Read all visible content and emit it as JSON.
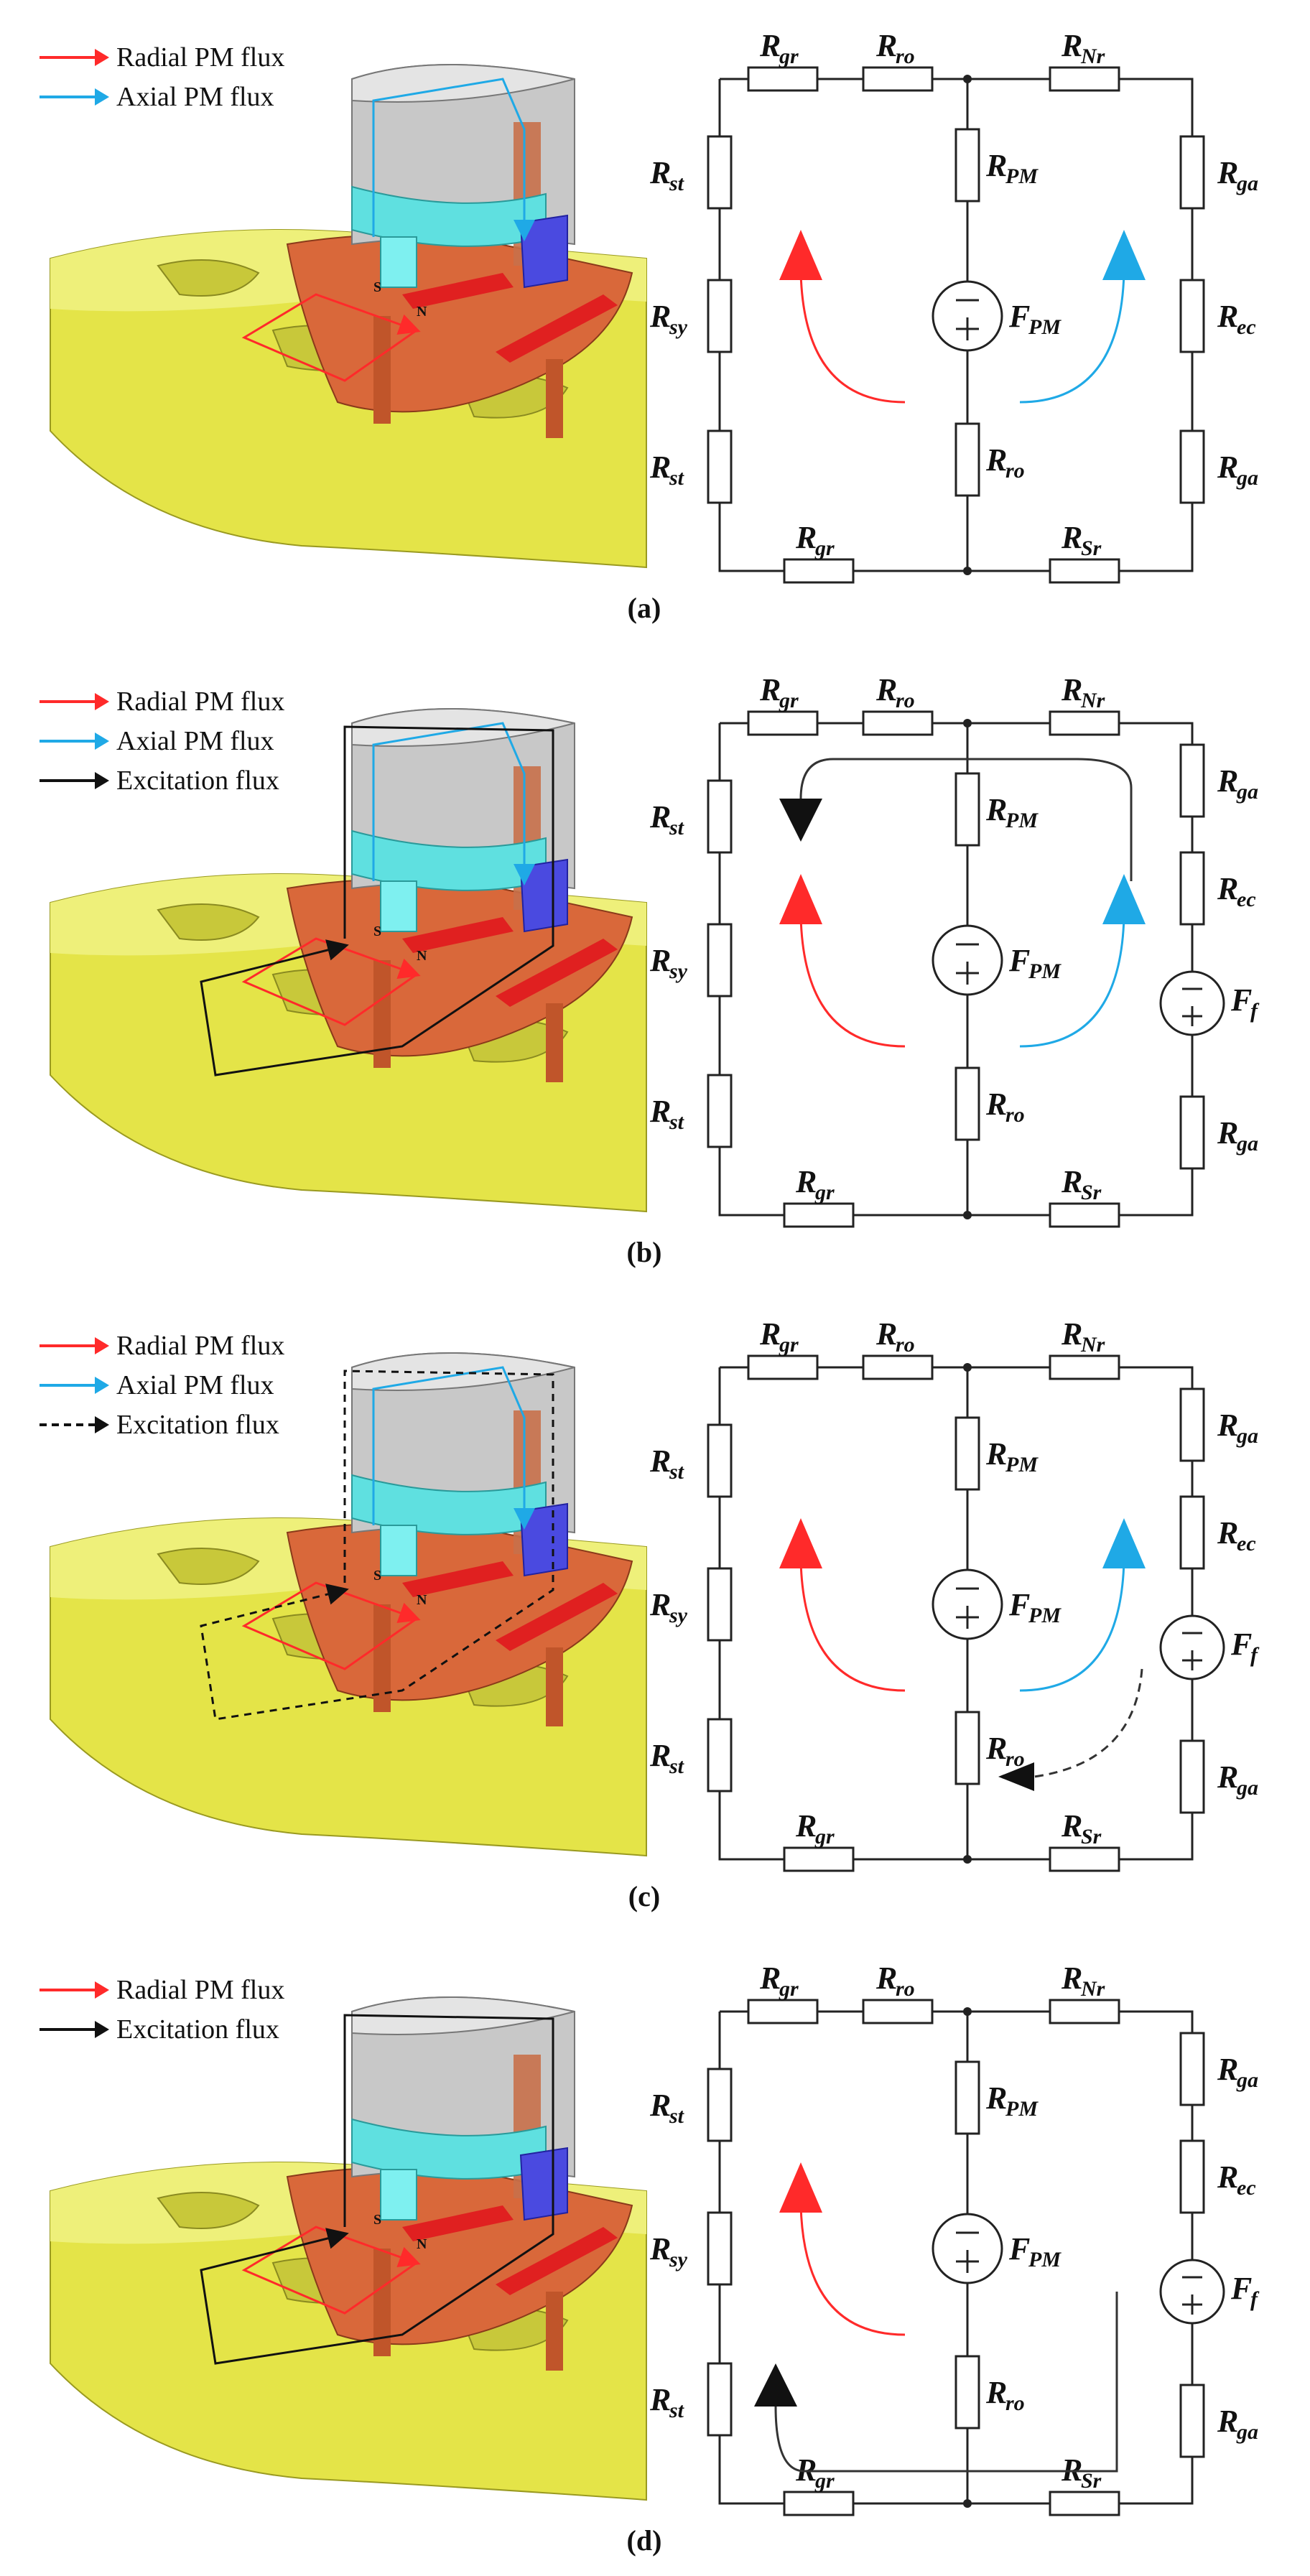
{
  "colors": {
    "radial_flux": "#ff2a2a",
    "axial_flux": "#1fa9e6",
    "excitation_flux": "#111111",
    "core_yellow": "#d9d93a",
    "rotor_orange": "#d9683a",
    "pm_red": "#e02020",
    "stator_grey": "#c8c8c8",
    "cyan_part": "#5fe0e0",
    "blue_pm": "#4a4ae0"
  },
  "panels": [
    {
      "caption": "(a)",
      "legend": [
        {
          "label": "Radial PM flux",
          "color": "#ff2a2a",
          "style": "solid"
        },
        {
          "label": "Axial PM flux",
          "color": "#1fa9e6",
          "style": "solid"
        }
      ],
      "model_labels": {
        "s": "S",
        "n": "N"
      },
      "circuit": {
        "top": [
          {
            "main": "R",
            "sub": "gr"
          },
          {
            "main": "R",
            "sub": "ro"
          },
          {
            "main": "R",
            "sub": "Nr"
          }
        ],
        "bottom": [
          {
            "main": "R",
            "sub": "gr"
          },
          {
            "main": "R",
            "sub": "Sr"
          }
        ],
        "left": [
          {
            "main": "R",
            "sub": "st"
          },
          {
            "main": "R",
            "sub": "sy"
          },
          {
            "main": "R",
            "sub": "st"
          }
        ],
        "middle_resistors": [
          {
            "main": "R",
            "sub": "PM"
          },
          {
            "main": "R",
            "sub": "ro"
          }
        ],
        "middle_source": {
          "main": "F",
          "sub": "PM"
        },
        "right": [
          {
            "main": "R",
            "sub": "ga"
          },
          {
            "main": "R",
            "sub": "ec"
          },
          {
            "main": "R",
            "sub": "ga"
          }
        ]
      }
    },
    {
      "caption": "(b)",
      "legend": [
        {
          "label": "Radial PM flux",
          "color": "#ff2a2a",
          "style": "solid"
        },
        {
          "label": "Axial PM flux",
          "color": "#1fa9e6",
          "style": "solid"
        },
        {
          "label": "Excitation flux",
          "color": "#111111",
          "style": "solid"
        }
      ],
      "model_labels": {
        "s": "S",
        "n": "N"
      },
      "circuit": {
        "top": [
          {
            "main": "R",
            "sub": "gr"
          },
          {
            "main": "R",
            "sub": "ro"
          },
          {
            "main": "R",
            "sub": "Nr"
          }
        ],
        "bottom": [
          {
            "main": "R",
            "sub": "gr"
          },
          {
            "main": "R",
            "sub": "Sr"
          }
        ],
        "left": [
          {
            "main": "R",
            "sub": "st"
          },
          {
            "main": "R",
            "sub": "sy"
          },
          {
            "main": "R",
            "sub": "st"
          }
        ],
        "middle_resistors": [
          {
            "main": "R",
            "sub": "PM"
          },
          {
            "main": "R",
            "sub": "ro"
          }
        ],
        "middle_source": {
          "main": "F",
          "sub": "PM"
        },
        "right": [
          {
            "main": "R",
            "sub": "ga"
          },
          {
            "main": "R",
            "sub": "ec"
          },
          {
            "main": "R",
            "sub": "ga"
          }
        ],
        "right_source": {
          "main": "F",
          "sub": "f"
        }
      }
    },
    {
      "caption": "(c)",
      "legend": [
        {
          "label": "Radial PM flux",
          "color": "#ff2a2a",
          "style": "solid"
        },
        {
          "label": "Axial PM flux",
          "color": "#1fa9e6",
          "style": "solid"
        },
        {
          "label": "Excitation flux",
          "color": "#111111",
          "style": "dashed"
        }
      ],
      "model_labels": {
        "s": "S",
        "n": "N"
      },
      "circuit": {
        "top": [
          {
            "main": "R",
            "sub": "gr"
          },
          {
            "main": "R",
            "sub": "ro"
          },
          {
            "main": "R",
            "sub": "Nr"
          }
        ],
        "bottom": [
          {
            "main": "R",
            "sub": "gr"
          },
          {
            "main": "R",
            "sub": "Sr"
          }
        ],
        "left": [
          {
            "main": "R",
            "sub": "st"
          },
          {
            "main": "R",
            "sub": "sy"
          },
          {
            "main": "R",
            "sub": "st"
          }
        ],
        "middle_resistors": [
          {
            "main": "R",
            "sub": "PM"
          },
          {
            "main": "R",
            "sub": "ro"
          }
        ],
        "middle_source": {
          "main": "F",
          "sub": "PM"
        },
        "right": [
          {
            "main": "R",
            "sub": "ga"
          },
          {
            "main": "R",
            "sub": "ec"
          },
          {
            "main": "R",
            "sub": "ga"
          }
        ],
        "right_source": {
          "main": "F",
          "sub": "f"
        }
      }
    },
    {
      "caption": "(d)",
      "legend": [
        {
          "label": "Radial PM flux",
          "color": "#ff2a2a",
          "style": "solid"
        },
        {
          "label": "Excitation flux",
          "color": "#111111",
          "style": "solid"
        }
      ],
      "model_labels": {
        "s": "S",
        "n": "N"
      },
      "circuit": {
        "top": [
          {
            "main": "R",
            "sub": "gr"
          },
          {
            "main": "R",
            "sub": "ro"
          },
          {
            "main": "R",
            "sub": "Nr"
          }
        ],
        "bottom": [
          {
            "main": "R",
            "sub": "gr"
          },
          {
            "main": "R",
            "sub": "Sr"
          }
        ],
        "left": [
          {
            "main": "R",
            "sub": "st"
          },
          {
            "main": "R",
            "sub": "sy"
          },
          {
            "main": "R",
            "sub": "st"
          }
        ],
        "middle_resistors": [
          {
            "main": "R",
            "sub": "PM"
          },
          {
            "main": "R",
            "sub": "ro"
          }
        ],
        "middle_source": {
          "main": "F",
          "sub": "PM"
        },
        "right": [
          {
            "main": "R",
            "sub": "ga"
          },
          {
            "main": "R",
            "sub": "ec"
          },
          {
            "main": "R",
            "sub": "ga"
          }
        ],
        "right_source": {
          "main": "F",
          "sub": "f"
        }
      }
    }
  ]
}
